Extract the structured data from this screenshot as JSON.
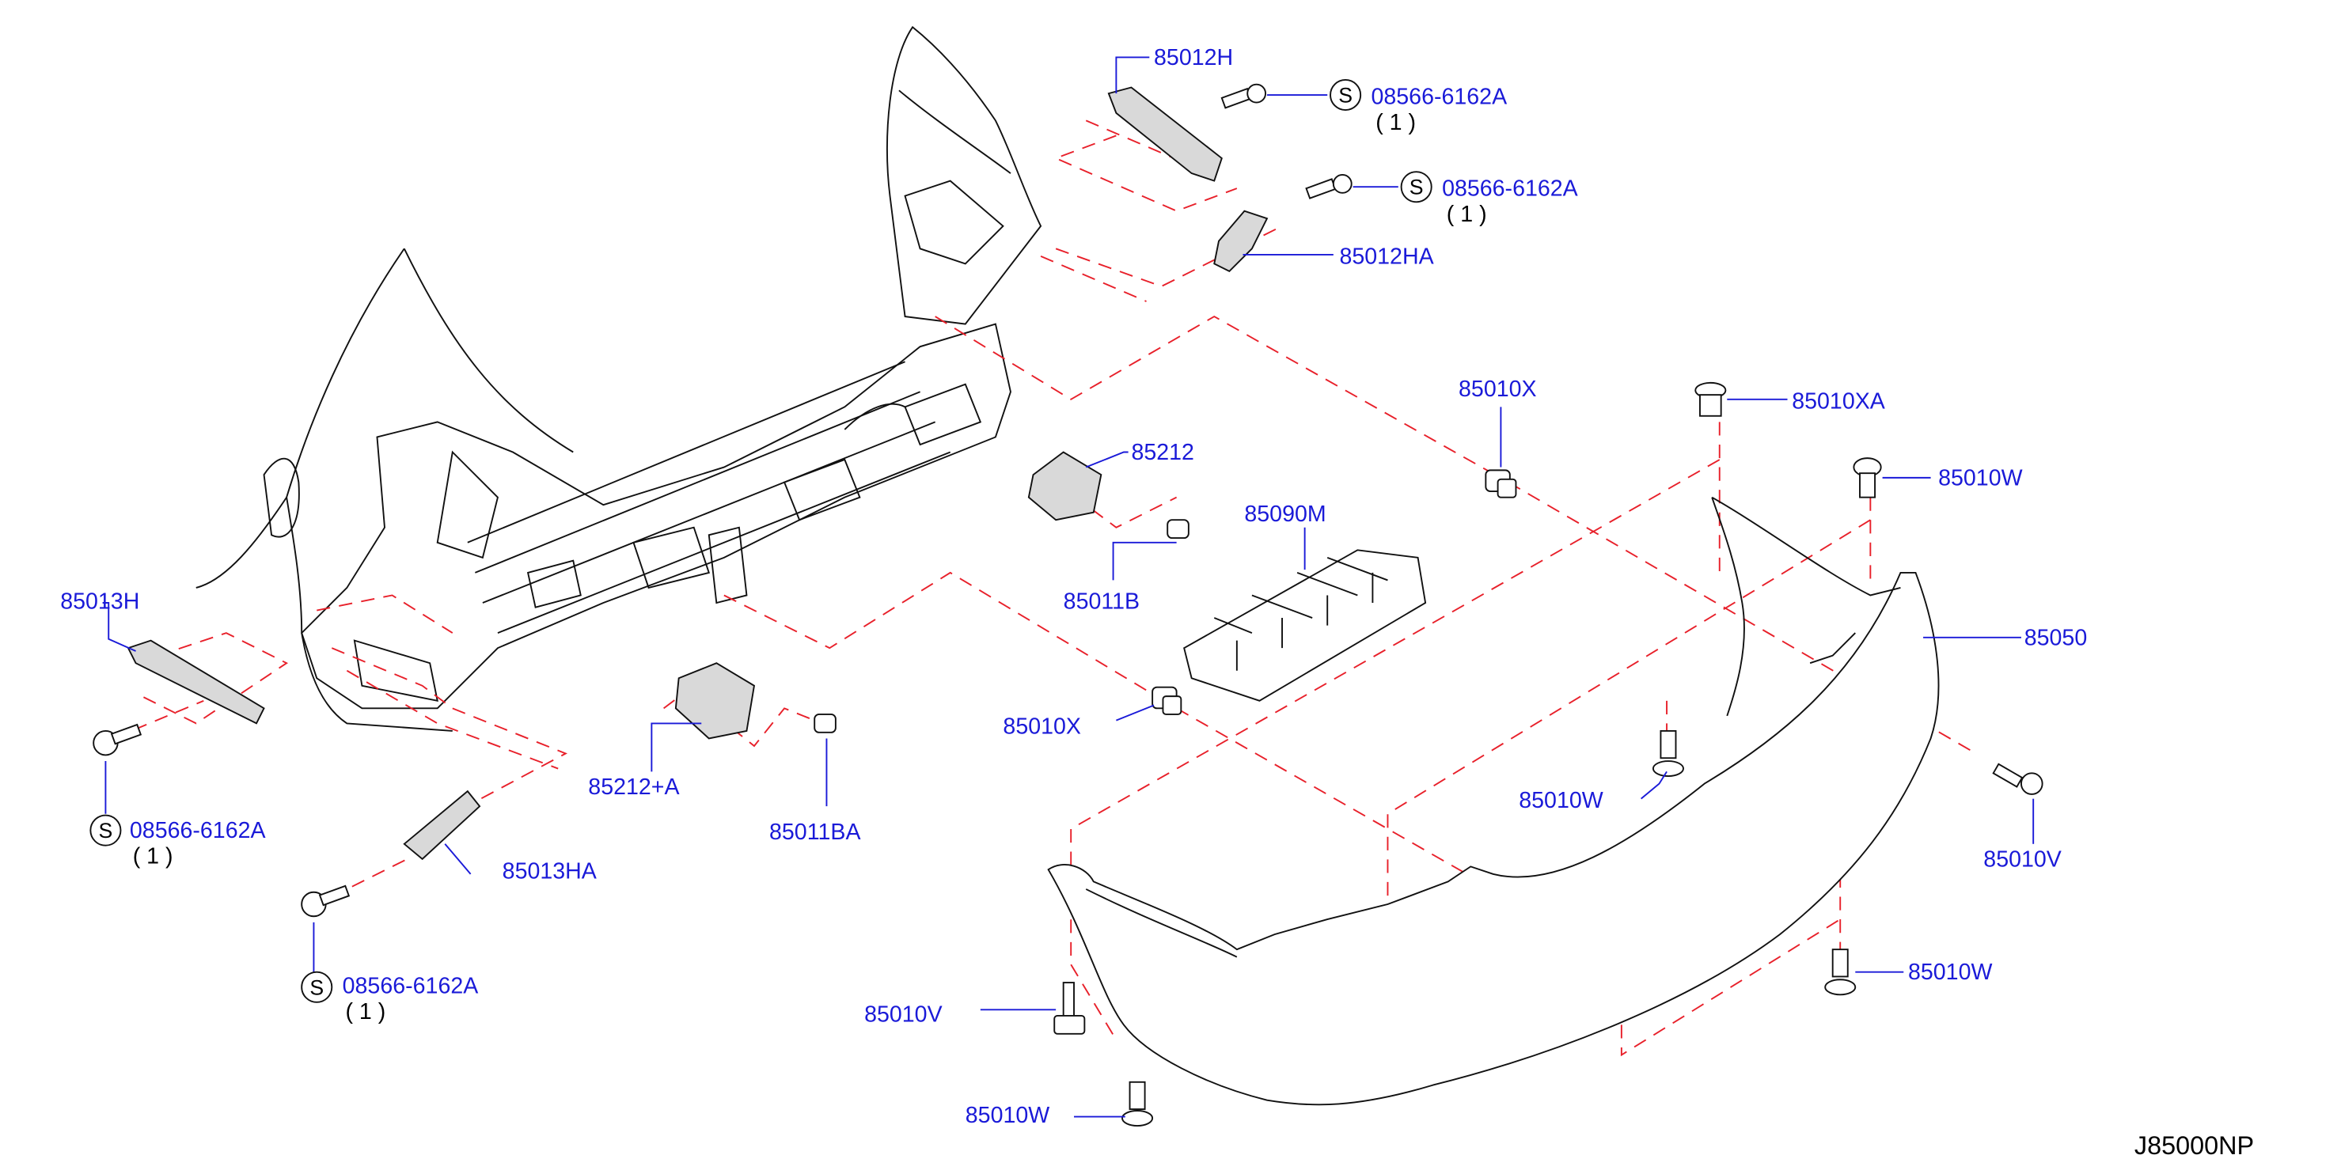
{
  "diagram_code": "J85000NP",
  "labels": {
    "p85012H": "85012H",
    "p85012HA": "85012HA",
    "p85013H": "85013H",
    "p85013HA": "85013HA",
    "p85212": "85212",
    "p85212A": "85212+A",
    "p85011B": "85011B",
    "p85011BA": "85011BA",
    "p85090M": "85090M",
    "p85010X_top": "85010X",
    "p85010X_mid": "85010X",
    "p85010XA": "85010XA",
    "p85010W_right_top": "85010W",
    "p85010W_center": "85010W",
    "p85010W_right_bottom": "85010W",
    "p85010W_bottom": "85010W",
    "p85050": "85050",
    "p85010V_right": "85010V",
    "p85010V_left": "85010V"
  },
  "screws": {
    "top_right_1": {
      "symbol": "S",
      "part": "08566-6162A",
      "qty": "( 1 )"
    },
    "top_right_2": {
      "symbol": "S",
      "part": "08566-6162A",
      "qty": "( 1 )"
    },
    "left_1": {
      "symbol": "S",
      "part": "08566-6162A",
      "qty": "( 1 )"
    },
    "left_2": {
      "symbol": "S",
      "part": "08566-6162A",
      "qty": "( 1 )"
    }
  },
  "colors": {
    "label_blue": "#1a1ad8",
    "dash_red": "#e8202a",
    "outline": "#111111"
  }
}
